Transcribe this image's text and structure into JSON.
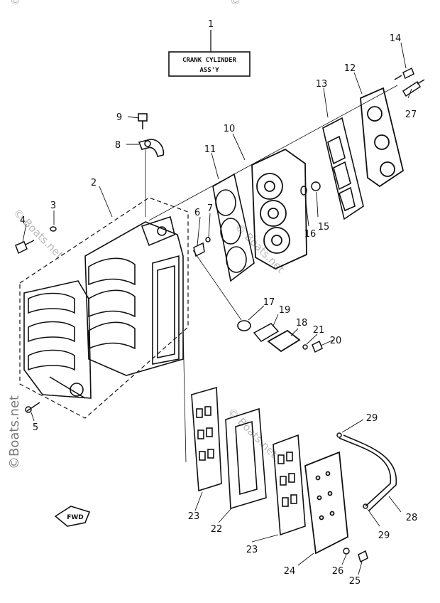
{
  "diagram": {
    "title_box": {
      "line1": "CRANK CYLINDER",
      "line2": "ASS'Y"
    },
    "watermark": "© Boats.net",
    "watermark_side": "©Boats.net",
    "fwd_label": "FWD",
    "callouts": {
      "c1": "1",
      "c2": "2",
      "c3": "3",
      "c4": "4",
      "c5": "5",
      "c6": "6",
      "c7": "7",
      "c8": "8",
      "c9": "9",
      "c10": "10",
      "c11": "11",
      "c12": "12",
      "c13": "13",
      "c14": "14",
      "c15": "15",
      "c16": "16",
      "c17": "17",
      "c18": "18",
      "c19": "19",
      "c20": "20",
      "c21": "21",
      "c22": "22",
      "c23a": "23",
      "c23b": "23",
      "c24": "24",
      "c25": "25",
      "c26": "26",
      "c27": "27",
      "c28": "28",
      "c29a": "29",
      "c29b": "29"
    }
  }
}
